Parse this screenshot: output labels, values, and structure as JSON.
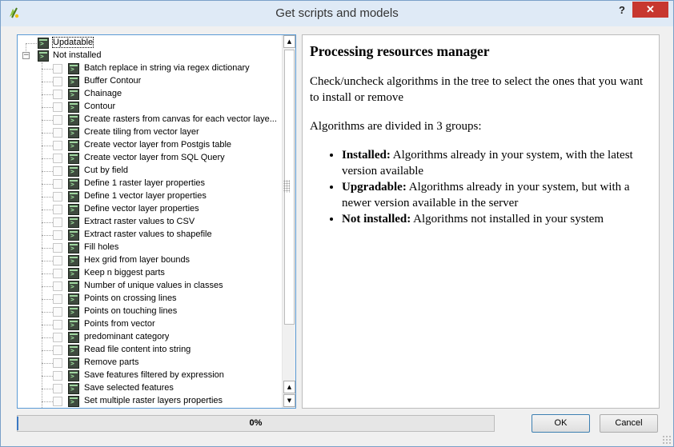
{
  "window": {
    "title": "Get scripts and models",
    "help_label": "?",
    "close_label": "✕"
  },
  "tree": {
    "groups": [
      {
        "label": "Updatable",
        "expander": ""
      },
      {
        "label": "Not installed",
        "expander": "−"
      }
    ],
    "items": [
      "Batch replace in string via regex dictionary",
      "Buffer Contour",
      "Chainage",
      "Contour",
      "Create rasters from canvas for each vector laye...",
      "Create tiling from vector layer",
      "Create vector layer from Postgis table",
      "Create vector layer from SQL Query",
      "Cut by field",
      "Define 1 raster layer properties",
      "Define 1 vector layer properties",
      "Define vector layer properties",
      "Extract raster values to CSV",
      "Extract raster values to shapefile",
      "Fill holes",
      "Hex grid from layer bounds",
      "Keep n biggest parts",
      "Number of unique values in classes",
      "Points on crossing lines",
      "Points on touching lines",
      "Points from vector",
      "predominant category",
      "Read file content into string",
      "Remove parts",
      "Save features filtered by expression",
      "Save selected features",
      "Set multiple raster layers properties"
    ],
    "scroll_up": "▲",
    "scroll_down": "▼"
  },
  "description": {
    "heading": "Processing resources manager",
    "intro": "Check/uncheck algorithms in the tree to select the ones that you want to install or remove",
    "groups_intro": "Algorithms are divided in 3 groups:",
    "bullets": [
      {
        "term": "Installed:",
        "text": " Algorithms already in your system, with the latest version available"
      },
      {
        "term": "Upgradable:",
        "text": " Algorithms already in your system, but with a newer version available in the server"
      },
      {
        "term": "Not installed:",
        "text": " Algorithms not installed in your system"
      }
    ]
  },
  "progress": {
    "value": 0,
    "label": "0%"
  },
  "buttons": {
    "ok": "OK",
    "cancel": "Cancel"
  },
  "colors": {
    "progress_fill": "#06b025",
    "close_button": "#c7372f",
    "focus_border": "#5b9bd5"
  }
}
